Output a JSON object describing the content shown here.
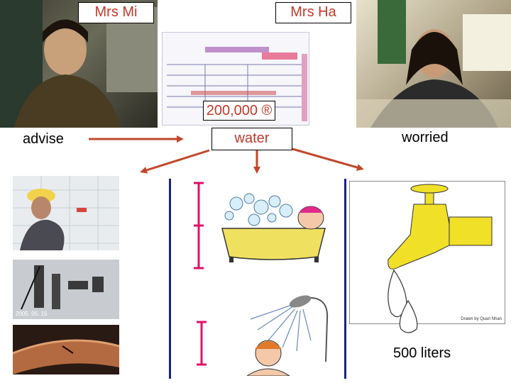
{
  "labels": {
    "mrs_mi": "Mrs Mi",
    "mrs_ha": "Mrs Ha",
    "price": "200,000 ®",
    "water": "water",
    "advise": "advise",
    "worried": "worried",
    "liters": "500 liters"
  },
  "photo_stamps": {
    "pipes_date": "2005. 05. 15",
    "tap_caption": "Drawn by Quan Nhan"
  },
  "colors": {
    "arrow": "#c0482b",
    "label_text": "#c0392b",
    "bracket": "#e0106a",
    "divider": "#1a237e"
  }
}
